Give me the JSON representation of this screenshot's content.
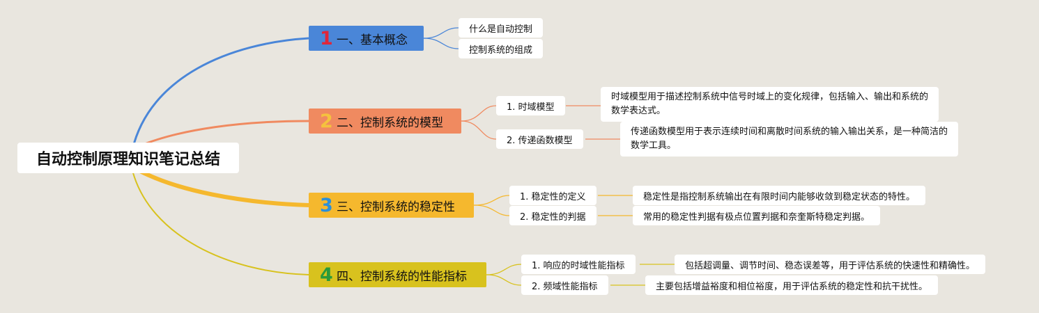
{
  "root": {
    "title": "自动控制原理知识笔记总结"
  },
  "branches": [
    {
      "number": "1",
      "label": "一、基本概念",
      "color": "#4a86d8",
      "children": [
        {
          "label": "什么是自动控制"
        },
        {
          "label": "控制系统的组成"
        }
      ]
    },
    {
      "number": "2",
      "label": "二、控制系统的模型",
      "color": "#f08a60",
      "children": [
        {
          "label": "1. 时域模型",
          "detail_line1": "时域模型用于描述控制系统中信号时域上的变化规律，包括输入、输出和系统的",
          "detail_line2": "数学表达式。"
        },
        {
          "label": "2. 传递函数模型",
          "detail_line1": "传递函数模型用于表示连续时间和离散时间系统的输入输出关系，是一种简洁的",
          "detail_line2": "数学工具。"
        }
      ]
    },
    {
      "number": "3",
      "label": "三、控制系统的稳定性",
      "color": "#f5b82e",
      "children": [
        {
          "label": "1. 稳定性的定义",
          "detail": "稳定性是指控制系统输出在有限时间内能够收敛到稳定状态的特性。"
        },
        {
          "label": "2. 稳定性的判据",
          "detail": "常用的稳定性判据有极点位置判据和奈奎斯特稳定判据。"
        }
      ]
    },
    {
      "number": "4",
      "label": "四、控制系统的性能指标",
      "color": "#d8c21e",
      "children": [
        {
          "label": "1. 响应的时域性能指标",
          "detail": "包括超调量、调节时间、稳态误差等，用于评估系统的快速性和精确性。"
        },
        {
          "label": "2. 频域性能指标",
          "detail": "主要包括增益裕度和相位裕度，用于评估系统的稳定性和抗干扰性。"
        }
      ]
    }
  ]
}
